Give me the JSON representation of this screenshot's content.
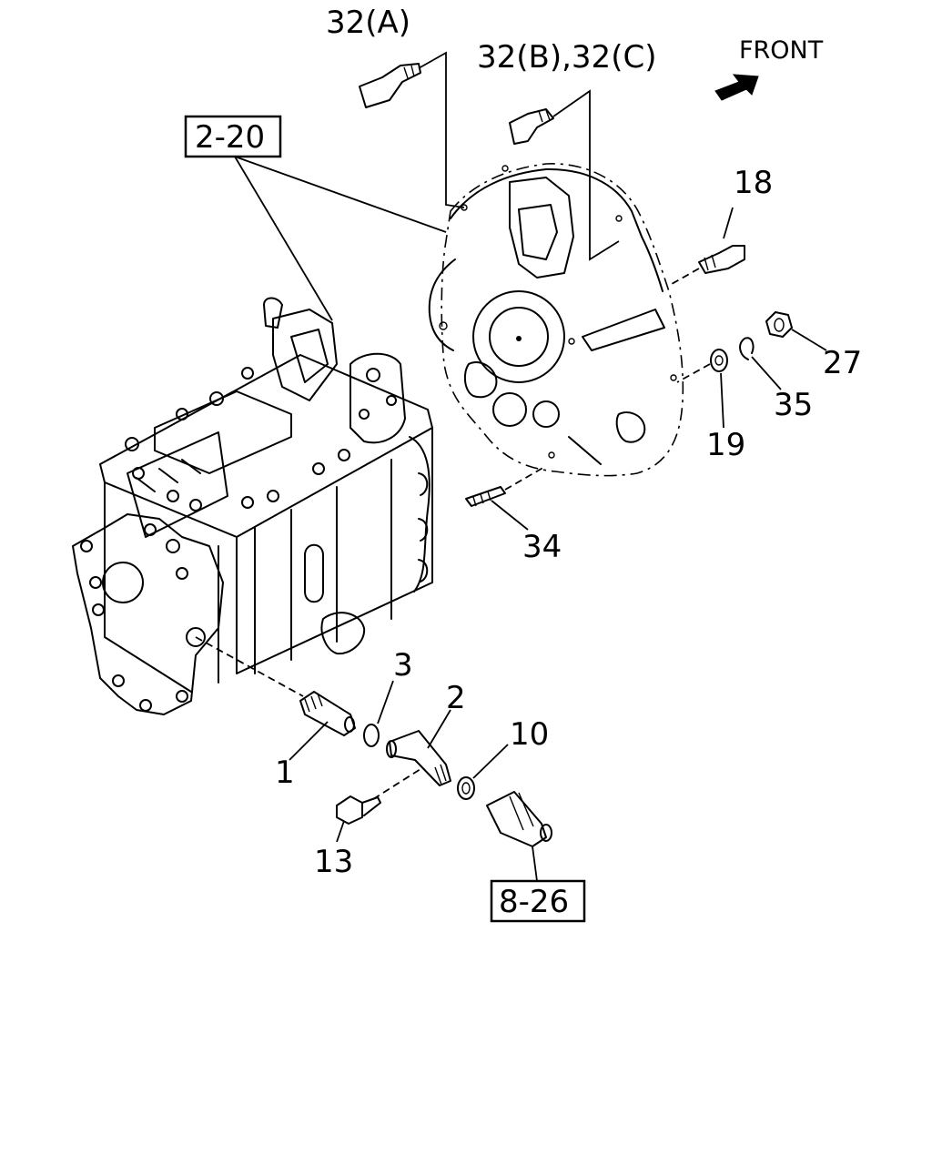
{
  "orientation": {
    "label": "FRONT",
    "icon": "front-arrow-icon"
  },
  "reference_boxes": [
    {
      "id": "ref-2-20",
      "text": "2-20"
    },
    {
      "id": "ref-8-26",
      "text": "8-26"
    }
  ],
  "callouts": [
    {
      "id": "callout-32a",
      "text": "32(A)"
    },
    {
      "id": "callout-32bc",
      "text": "32(B),32(C)"
    },
    {
      "id": "callout-18",
      "text": "18"
    },
    {
      "id": "callout-27",
      "text": "27"
    },
    {
      "id": "callout-35",
      "text": "35"
    },
    {
      "id": "callout-19",
      "text": "19"
    },
    {
      "id": "callout-34",
      "text": "34"
    },
    {
      "id": "callout-3",
      "text": "3"
    },
    {
      "id": "callout-2",
      "text": "2"
    },
    {
      "id": "callout-10",
      "text": "10"
    },
    {
      "id": "callout-1",
      "text": "1"
    },
    {
      "id": "callout-13",
      "text": "13"
    }
  ]
}
